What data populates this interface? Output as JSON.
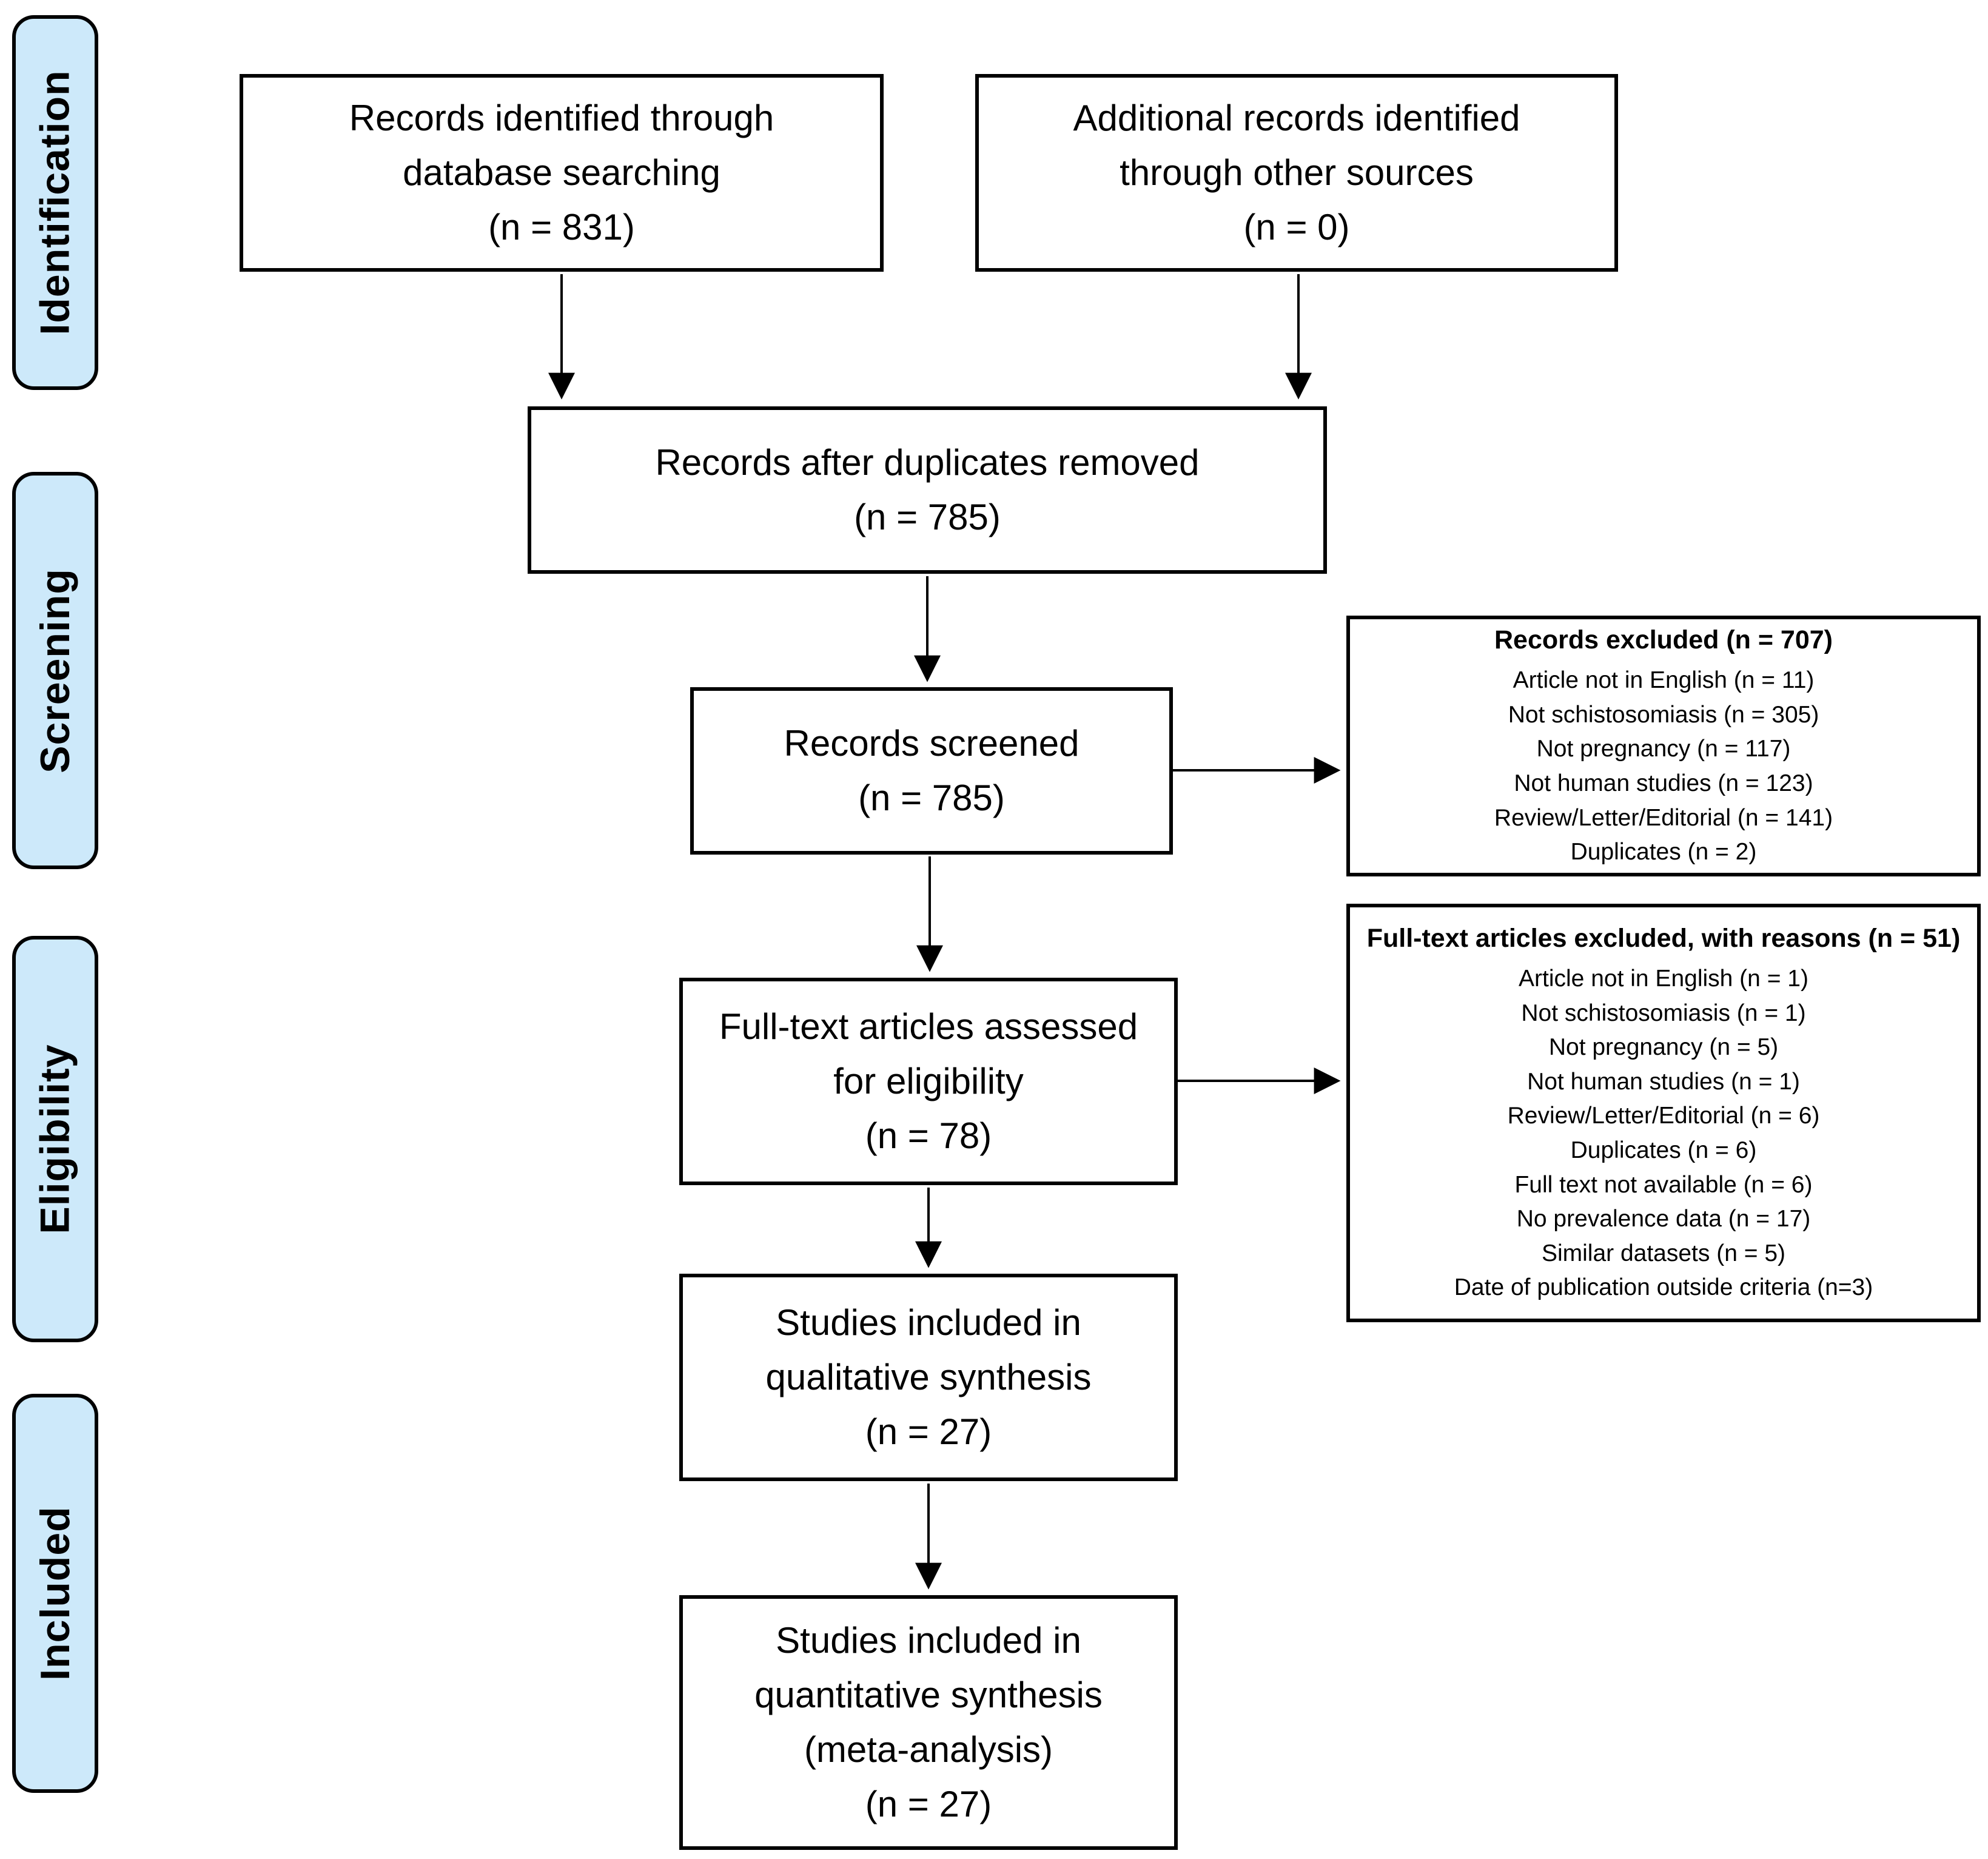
{
  "sidebar": {
    "stages": [
      "Identification",
      "Screening",
      "Eligibility",
      "Included"
    ]
  },
  "boxes": {
    "identified": {
      "text": "Records identified through\ndatabase searching\n(n = 831)"
    },
    "additional": {
      "text": "Additional records identified\nthrough other sources\n(n = 0)"
    },
    "deduplicated": {
      "text": "Records after duplicates removed\n(n = 785)"
    },
    "screened": {
      "text": "Records screened\n(n = 785)"
    },
    "fulltext_assessed": {
      "text": "Full-text articles assessed\nfor eligibility\n(n = 78)"
    },
    "qualitative": {
      "text": "Studies included in\nqualitative synthesis\n(n = 27)"
    },
    "quantitative": {
      "text": "Studies included in\nquantitative synthesis\n(meta-analysis)\n(n = 27)"
    },
    "records_excluded": {
      "title": "Records excluded (n = 707)",
      "items": [
        "Article not in English (n = 11)",
        "Not schistosomiasis (n = 305)",
        "Not pregnancy (n = 117)",
        "Not human studies (n = 123)",
        "Review/Letter/Editorial (n = 141)",
        "Duplicates (n = 2)"
      ]
    },
    "fulltext_excluded": {
      "title": "Full-text articles excluded, with reasons (n = 51)",
      "items": [
        "Article not in English (n = 1)",
        "Not schistosomiasis (n = 1)",
        "Not pregnancy (n = 5)",
        "Not human studies (n = 1)",
        "Review/Letter/Editorial (n = 6)",
        "Duplicates (n = 6)",
        "Full text not available (n = 6)",
        "No prevalence data (n = 17)",
        "Similar datasets (n = 5)",
        "Date of publication outside criteria (n=3)"
      ]
    }
  },
  "colors": {
    "stage_fill": "#cde9fa",
    "box_border": "#000000",
    "text": "#000000",
    "background": "#ffffff"
  }
}
